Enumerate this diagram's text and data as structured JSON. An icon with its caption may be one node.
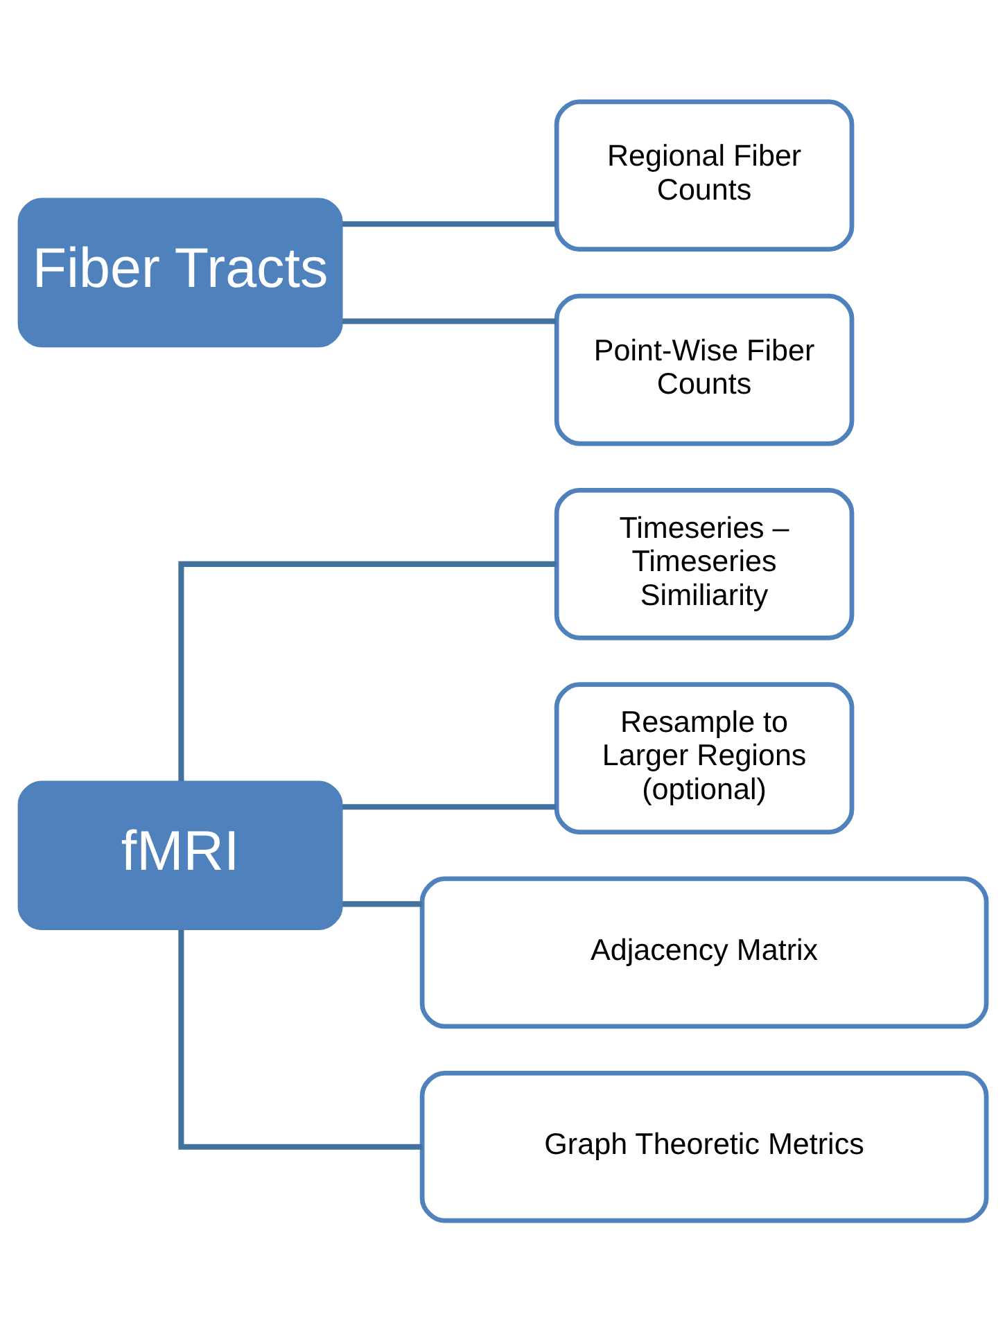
{
  "diagram": {
    "nodes": [
      {
        "text": [
          "fMRI"
        ]
      },
      {
        "text": [
          "Fiber Tracts"
        ]
      },
      {
        "text": [
          "Timeseries – Timeseries Similiarity"
        ]
      },
      {
        "text": [
          "Regional Fiber Counts"
        ]
      },
      {
        "text": [
          "Resample to Larger Regions (optional)"
        ]
      },
      {
        "text": [
          "Point-Wise Fiber Counts"
        ]
      },
      {
        "text": [
          "Adjacency Matrix"
        ]
      },
      {
        "text": [
          "Graph Theoretic Metrics"
        ]
      }
    ],
    "edges": [
      {
        "from": 0,
        "to": 2,
        "arrow": "none"
      },
      {
        "from": 0,
        "to": 4,
        "arrow": "none"
      },
      {
        "from": 0,
        "to": 6,
        "arrow": "none"
      },
      {
        "from": 0,
        "to": 7,
        "arrow": "none"
      },
      {
        "from": 1,
        "to": 3,
        "arrow": "none"
      },
      {
        "from": 1,
        "to": 5,
        "arrow": "none"
      }
    ]
  }
}
